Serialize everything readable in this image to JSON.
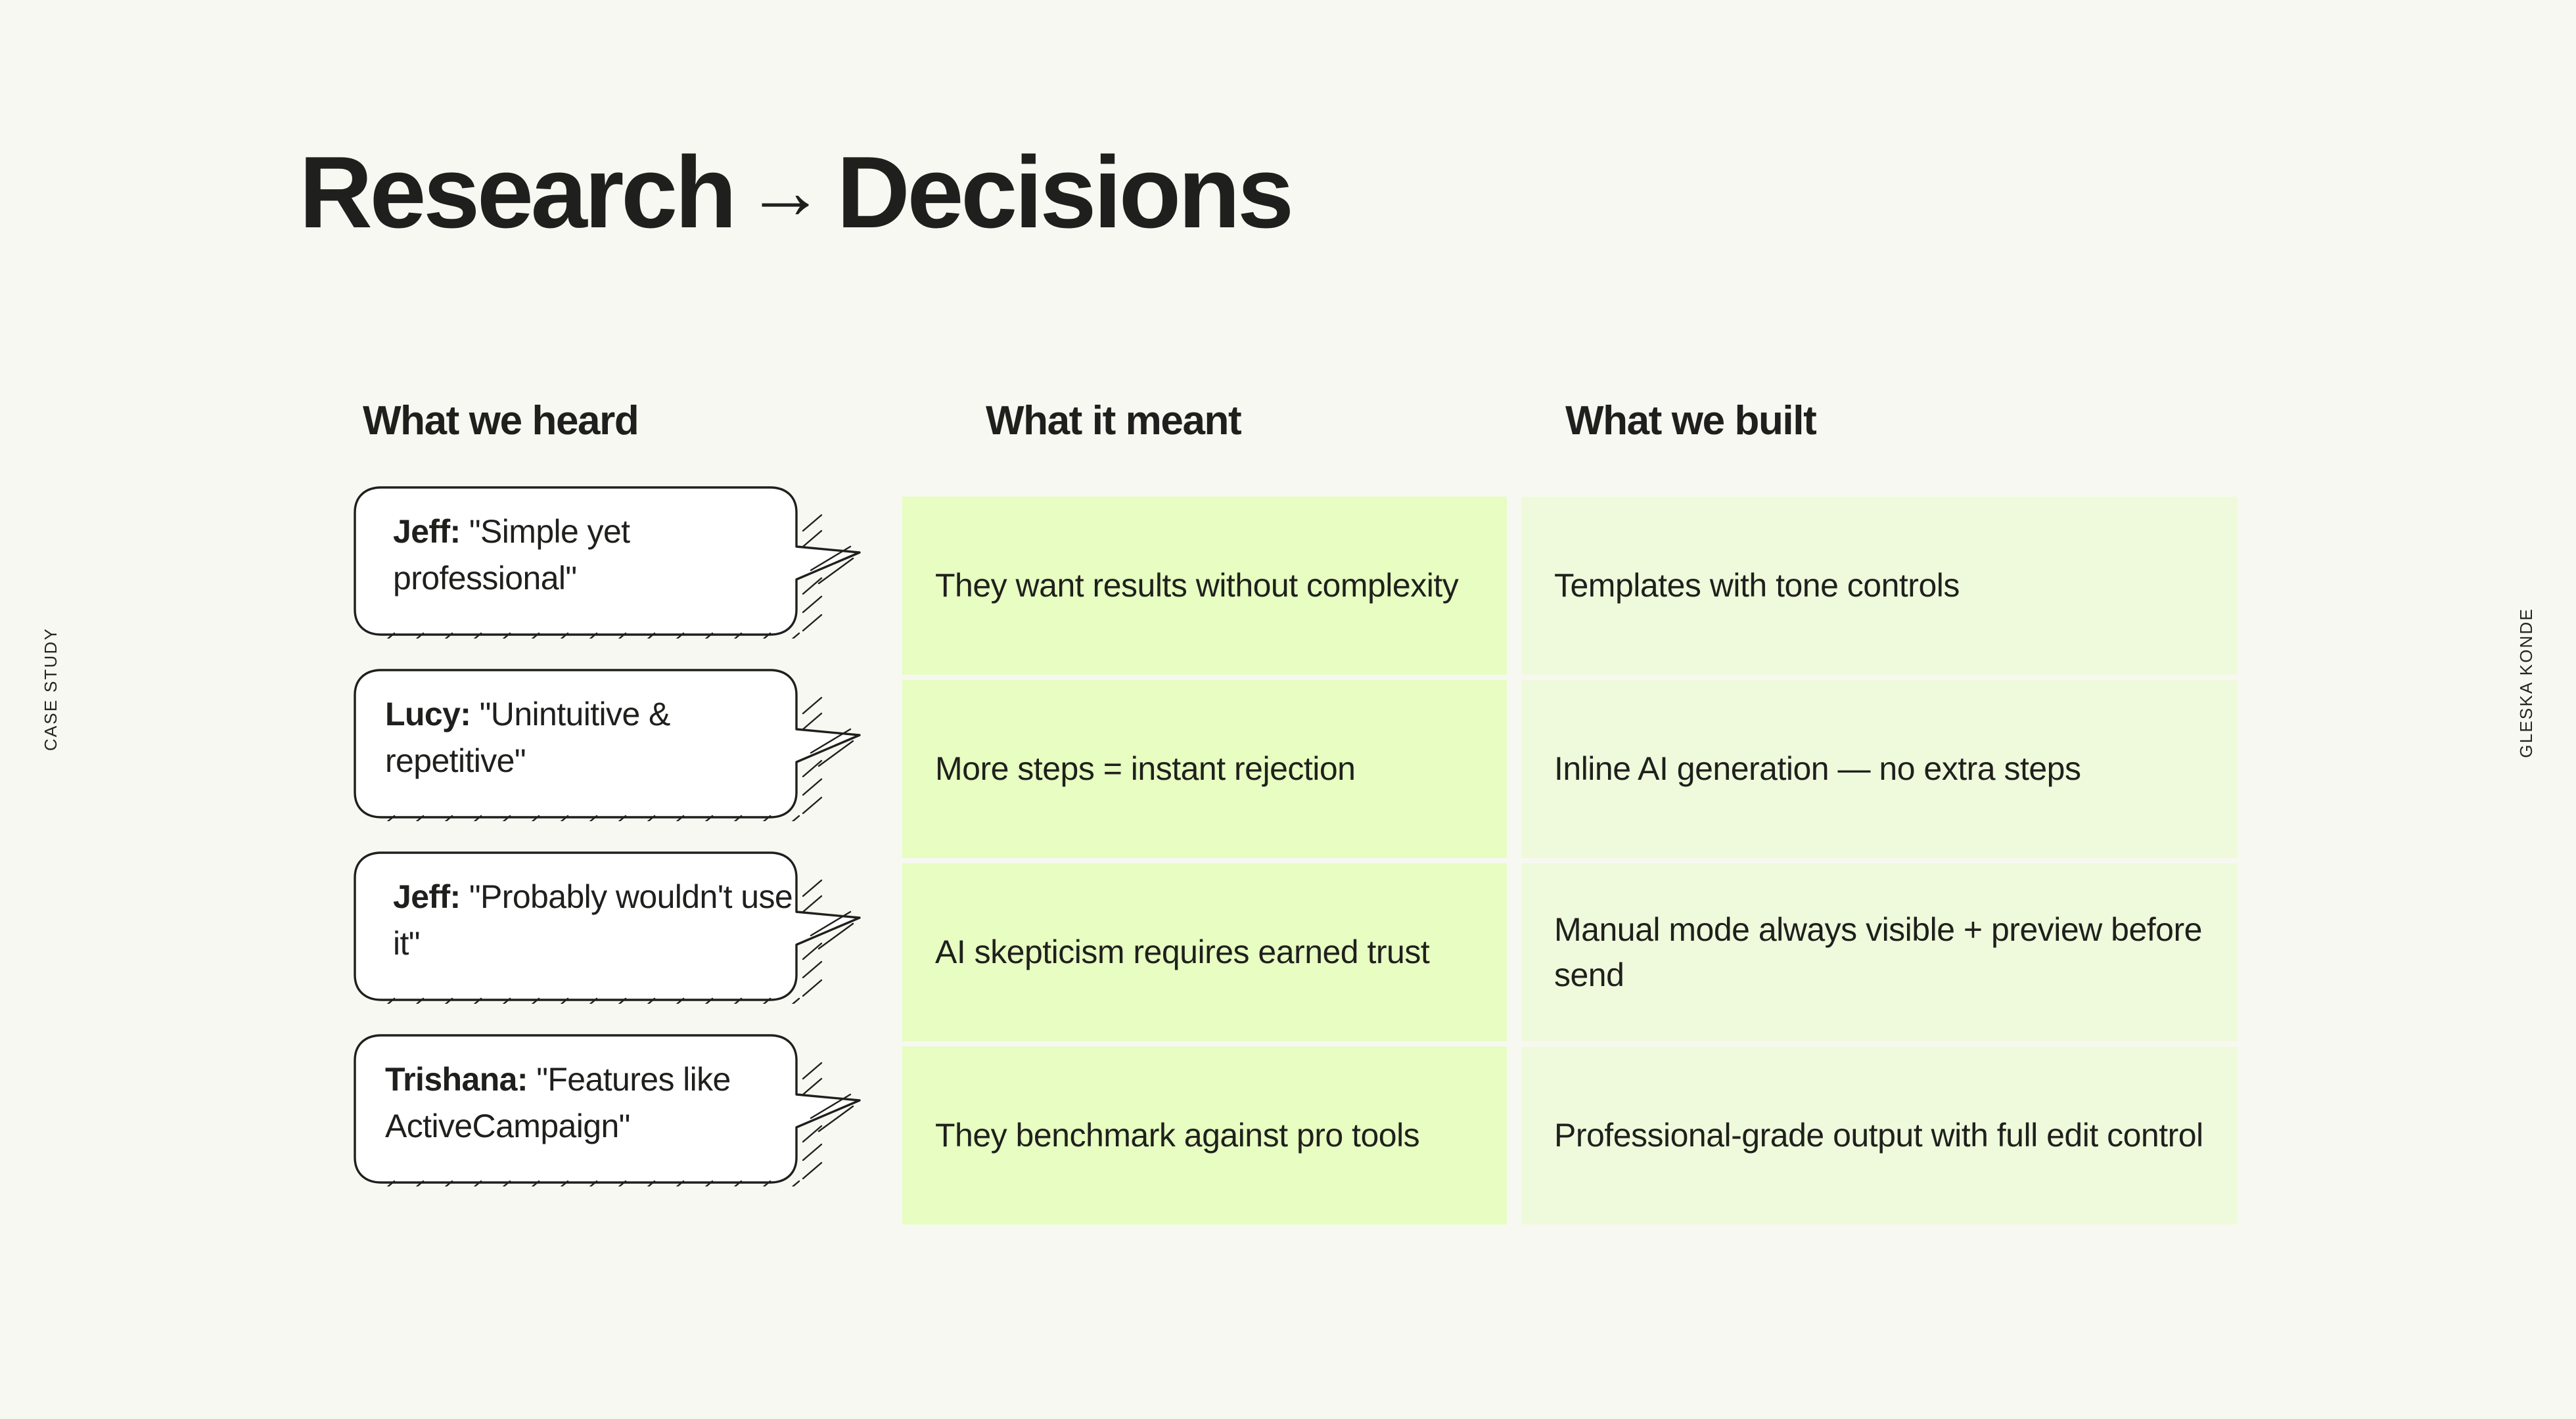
{
  "side_labels": {
    "left": "CASE STUDY",
    "right": "GLESKA KONDE"
  },
  "title": {
    "before": "Research",
    "arrow": "→",
    "after": "Decisions"
  },
  "columns": {
    "heard": "What we heard",
    "meant": "What it meant",
    "built": "What we built"
  },
  "colors": {
    "background": "#f7f8f1",
    "text": "#1f201d",
    "meant_cell": "#e7fdc1",
    "built_cell": "#eefadb",
    "bubble_fill": "#ffffff",
    "bubble_stroke": "#1f201d"
  },
  "rows": [
    {
      "speaker": "Jeff:",
      "quote": "\"Simple yet professional\"",
      "meant": "They want results without complexity",
      "built": "Templates with tone controls"
    },
    {
      "speaker": "Lucy:",
      "quote": "\"Unintuitive & repetitive\"",
      "meant": "More steps = instant rejection",
      "built": "Inline AI generation — no extra steps"
    },
    {
      "speaker": "Jeff:",
      "quote": "\"Probably wouldn't use it\"",
      "meant": "AI skepticism requires earned trust",
      "built": "Manual mode always visible + preview before send"
    },
    {
      "speaker": "Trishana:",
      "quote": "\"Features like ActiveCampaign\"",
      "meant": "They benchmark against pro tools",
      "built": "Professional-grade output with full edit control"
    }
  ]
}
